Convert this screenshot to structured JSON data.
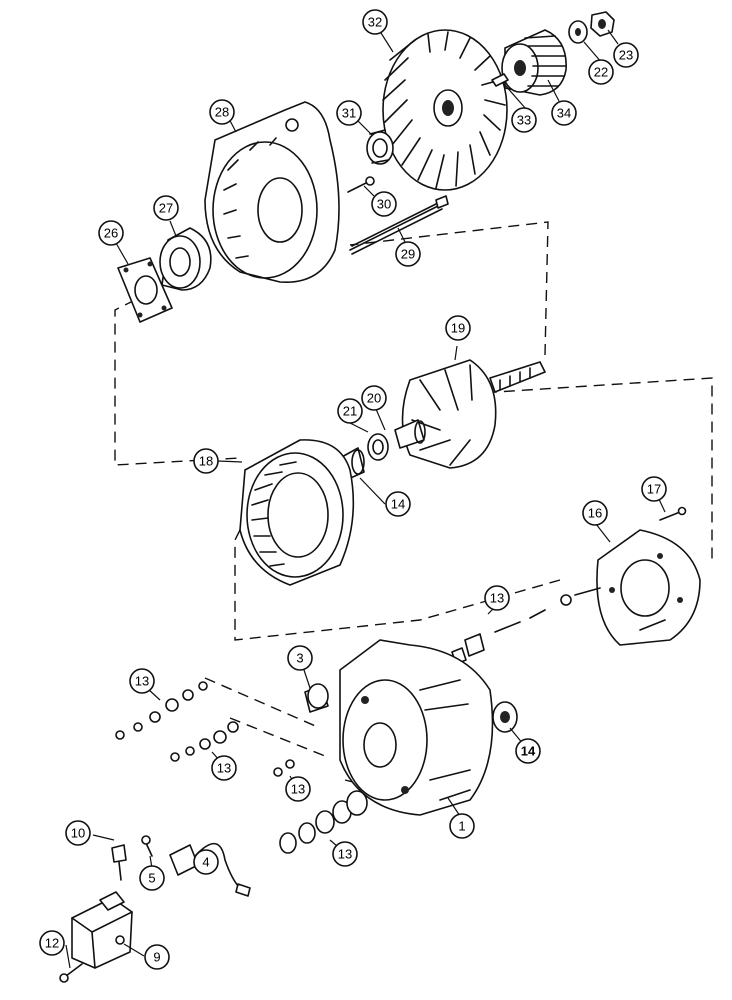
{
  "callouts": [
    {
      "id": "c1",
      "label": "1"
    },
    {
      "id": "c3",
      "label": "3"
    },
    {
      "id": "c4",
      "label": "4"
    },
    {
      "id": "c5",
      "label": "5"
    },
    {
      "id": "c9",
      "label": "9"
    },
    {
      "id": "c10",
      "label": "10"
    },
    {
      "id": "c12",
      "label": "12"
    },
    {
      "id": "c13a",
      "label": "13"
    },
    {
      "id": "c13b",
      "label": "13"
    },
    {
      "id": "c13c",
      "label": "13"
    },
    {
      "id": "c13d",
      "label": "13"
    },
    {
      "id": "c13e",
      "label": "13"
    },
    {
      "id": "c14a",
      "label": "14"
    },
    {
      "id": "c14b",
      "label": "14"
    },
    {
      "id": "c16",
      "label": "16"
    },
    {
      "id": "c17",
      "label": "17"
    },
    {
      "id": "c18",
      "label": "18"
    },
    {
      "id": "c19",
      "label": "19"
    },
    {
      "id": "c20",
      "label": "20"
    },
    {
      "id": "c21",
      "label": "21"
    },
    {
      "id": "c22",
      "label": "22"
    },
    {
      "id": "c23",
      "label": "23"
    },
    {
      "id": "c26",
      "label": "26"
    },
    {
      "id": "c27",
      "label": "27"
    },
    {
      "id": "c28",
      "label": "28"
    },
    {
      "id": "c29",
      "label": "29"
    },
    {
      "id": "c30",
      "label": "30"
    },
    {
      "id": "c31",
      "label": "31"
    },
    {
      "id": "c32",
      "label": "32"
    },
    {
      "id": "c33",
      "label": "33"
    },
    {
      "id": "c34",
      "label": "34"
    }
  ]
}
